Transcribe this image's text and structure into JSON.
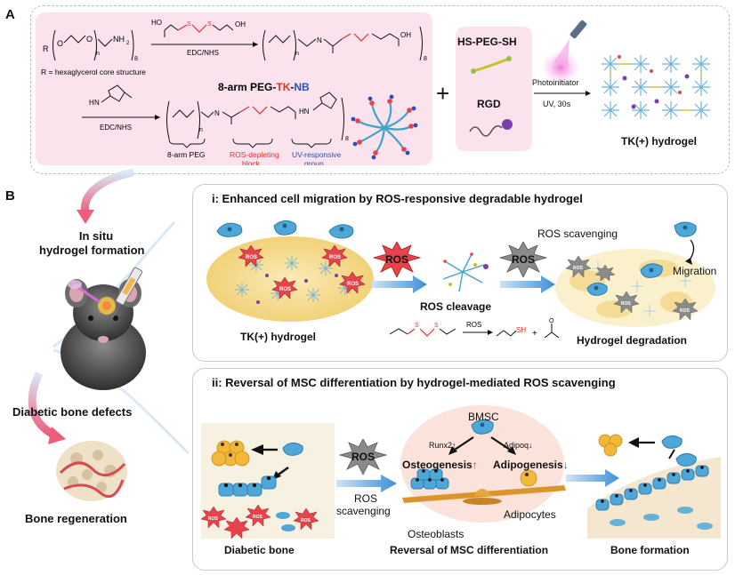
{
  "panels": {
    "a": "A",
    "b": "B"
  },
  "synthesis": {
    "r_group": "R",
    "subscript_n": "n",
    "subscript_8": "8",
    "nh2": "NH",
    "nh2_sub": "2",
    "oh": "OH",
    "ho": "HO",
    "nh": "N",
    "hn": "HN",
    "h2n": "H",
    "h2n_tail": "N",
    "step1_reagent": "EDC/NHS",
    "step2_reagent": "EDC/NHS",
    "r_definition": "R = hexaglycerol core structure",
    "product_title_prefix": "8-arm PEG-",
    "product_title_tk": "TK",
    "product_title_dash": "-",
    "product_title_nb": "NB",
    "brace_peg": "8-arm PEG",
    "brace_ros_line1": "ROS-depleting",
    "brace_ros_line2": "block",
    "brace_uv_line1": "UV-responsive",
    "brace_uv_line2": "group"
  },
  "mix": {
    "plus": "+",
    "hs_peg_sh": "HS-PEG-SH",
    "rgd": "RGD",
    "photoinitiator": "Photoinitiator",
    "uv_time": "UV, 30s",
    "gel_label": "TK(+) hydrogel"
  },
  "left_column": {
    "in_situ_line1": "In situ",
    "in_situ_line2": "hydrogel formation",
    "diabetic_defects": "Diabetic bone defects",
    "bone_regeneration": "Bone regeneration"
  },
  "panel_i": {
    "title": "i: Enhanced cell migration by ROS-responsive degradable hydrogel",
    "ros_marker": "ROS",
    "gel_label": "TK(+) hydrogel",
    "cleavage_label": "ROS cleavage",
    "scavenging_label": "ROS scavenging",
    "migration_label": "Migration",
    "degradation_label": "Hydrogel degradation",
    "reaction_reagent": "ROS",
    "reaction_sh": "SH",
    "reaction_plus": "+"
  },
  "panel_ii": {
    "title": "ii: Reversal of MSC differentiation by hydrogel-mediated ROS scavenging",
    "ros_marker": "ROS",
    "ros_scavenging_line1": "ROS",
    "ros_scavenging_line2": "scavenging",
    "bmsc": "BMSC",
    "runx2": "Runx2↑",
    "adipoq": "Adipoq↓",
    "osteogenesis": "Osteogenesis",
    "osteo_arrow": "↑",
    "adipogenesis": "Adipogenesis",
    "adipo_arrow": "↓",
    "adipocytes": "Adipocytes",
    "osteoblasts": "Osteoblasts",
    "diabetic_bone": "Diabetic bone",
    "reversal": "Reversal of MSC differentiation",
    "bone_formation": "Bone formation"
  },
  "colors": {
    "pink_box": "#fbe3ee",
    "tk_red": "#e0312c",
    "nb_blue": "#2a4fb7",
    "ros_red": "#e8434a",
    "ros_gray": "#7a7a7a",
    "cell_blue": "#4fa7d8",
    "gel_yellow": "#f6d98a",
    "arrow_blue": "#3d8fd6",
    "adipocyte_orange": "#f3b73a"
  },
  "icons": [
    "peg-star-icon",
    "uv-lamp-icon",
    "hydrogel-network-icon",
    "mouse-icon",
    "syringe-icon",
    "bone-scaffold-icon",
    "cell-icon",
    "ros-burst-icon",
    "curved-arrow-icon",
    "balance-seesaw-icon"
  ]
}
